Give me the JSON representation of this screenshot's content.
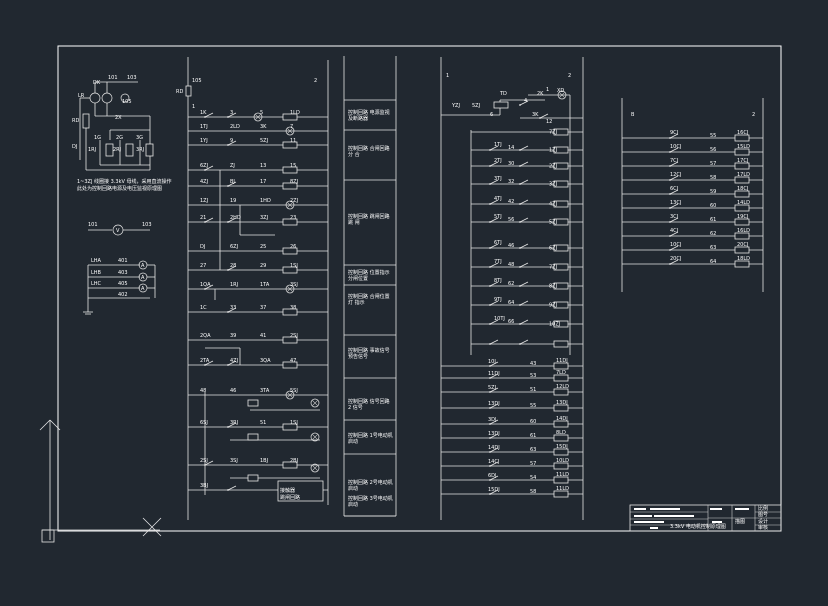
{
  "left_panel": {
    "top_labels": [
      "101",
      "103",
      "105",
      "DK",
      "LR",
      "RD",
      "DJ",
      "2X",
      "1G",
      "2G",
      "3G",
      "1RJ",
      "2RJ",
      "3RJ"
    ],
    "note_line1": "1~3ZJ 线圈接 3.3kV 母线，采用直流操作",
    "note_line2": "此处为控制回路电源及电压监视原理图",
    "volt_labels": [
      "101",
      "103"
    ],
    "meter_labels": [
      "LHA",
      "LHB",
      "LHC",
      "401",
      "403",
      "405",
      "402"
    ]
  },
  "control": {
    "top_labels": [
      "105",
      "2",
      "RD",
      "1"
    ],
    "node_labels": [
      "1K",
      "3",
      "5",
      "1LD",
      "1TJ",
      "2LD",
      "3K",
      "7",
      "1YJ",
      "9",
      "5ZJ",
      "11",
      "6ZJ",
      "ZJ",
      "13",
      "15",
      "4ZJ",
      "BJ",
      "17",
      "8ZJ",
      "1ZJ",
      "19",
      "1HD",
      "2ZJ",
      "21",
      "2HD",
      "3ZJ",
      "23",
      "DJ",
      "6ZJ",
      "25",
      "26",
      "27",
      "28",
      "29",
      "1SJ",
      "1QA",
      "1RJ",
      "1TA",
      "3SJ",
      "1C",
      "33",
      "37",
      "38",
      "2QA",
      "39",
      "41",
      "2SJ",
      "2TA",
      "4ZJ",
      "3QA",
      "47",
      "48",
      "46",
      "3TA",
      "5SJ",
      "6SJ",
      "3RJ",
      "51",
      "1SJ",
      "2SJ",
      "3SJ",
      "1BJ",
      "2BJ",
      "3BJ"
    ],
    "box_text": [
      "接触器",
      "跳闸回路"
    ]
  },
  "descriptions": [
    {
      "title": "控制回路 电源监视",
      "sub": "及断路器"
    },
    {
      "title": "控制回路 合闸回路",
      "sub": "分 合"
    },
    {
      "title": "控制回路 跳闸回路",
      "sub": "跳 闸"
    },
    {
      "title": "控制回路 位置指示",
      "sub": "分闸位置"
    },
    {
      "title": "控制回路 合闸位置",
      "sub": "灯 指示"
    },
    {
      "title": "控制回路 事故信号",
      "sub": "预告信号"
    },
    {
      "title": "控制回路 信号回路",
      "sub": "2 信号"
    },
    {
      "title": "控制回路 1号电动机",
      "sub": "启动"
    },
    {
      "title": "控制回路 2号电动机",
      "sub": "启动"
    },
    {
      "title": "控制回路 3号电动机",
      "sub": "启动"
    }
  ],
  "signal": {
    "top_labels": [
      "1",
      "2",
      "YZJ",
      "5ZJ",
      "6",
      "TD",
      "2K",
      "3K",
      "4",
      "12",
      "XD",
      "1"
    ],
    "rung_left": [
      "1TJ",
      "2TJ",
      "3TJ",
      "4TJ",
      "5TJ",
      "6TJ",
      "7TJ",
      "8TJ",
      "9TJ",
      "10TJ"
    ],
    "rung_nums": [
      "14",
      "30",
      "32",
      "42",
      "56",
      "46",
      "48",
      "62",
      "64",
      "66"
    ],
    "rung_coils": [
      "7ZJ",
      "1ZJ",
      "2ZJ",
      "3ZJ",
      "4ZJ",
      "5ZJ",
      "6ZJ",
      "7ZJ",
      "8ZJ",
      "9ZJ",
      "10ZJ"
    ],
    "lower_left": [
      "10J",
      "11DJ",
      "5ZJ",
      "13DJ",
      "3DJ",
      "13DJ",
      "14DJ",
      "14CJ",
      "6DJ",
      "15DJ"
    ],
    "lower_nums": [
      "43",
      "53",
      "51",
      "55",
      "60",
      "61",
      "63",
      "57",
      "54",
      "58"
    ],
    "lower_right": [
      "11DJ",
      "7LD",
      "12LD",
      "13DJ",
      "14DJ",
      "8LD",
      "15DJ",
      "10LD",
      "11LD",
      "11LD"
    ]
  },
  "right_block": {
    "top_labels": [
      "B",
      "2"
    ],
    "left_labels": [
      "9CJ",
      "10CJ",
      "7CJ",
      "12CJ",
      "6CJ",
      "13CJ",
      "3CJ",
      "4CJ",
      "10CJ",
      "20CJ"
    ],
    "mid_labels": [
      "55",
      "56",
      "57",
      "58",
      "59",
      "60",
      "61",
      "62",
      "63",
      "64"
    ],
    "right_labels": [
      "16CJ",
      "15LD",
      "17CJ",
      "17LD",
      "18CJ",
      "14LD",
      "19CJ",
      "16LD",
      "20CJ",
      "18LD"
    ]
  },
  "title_block": {
    "rows": [
      "比例",
      "图号",
      "设计",
      "审核",
      "描图"
    ],
    "sub": "3.3kV 电动机控制原理图"
  }
}
